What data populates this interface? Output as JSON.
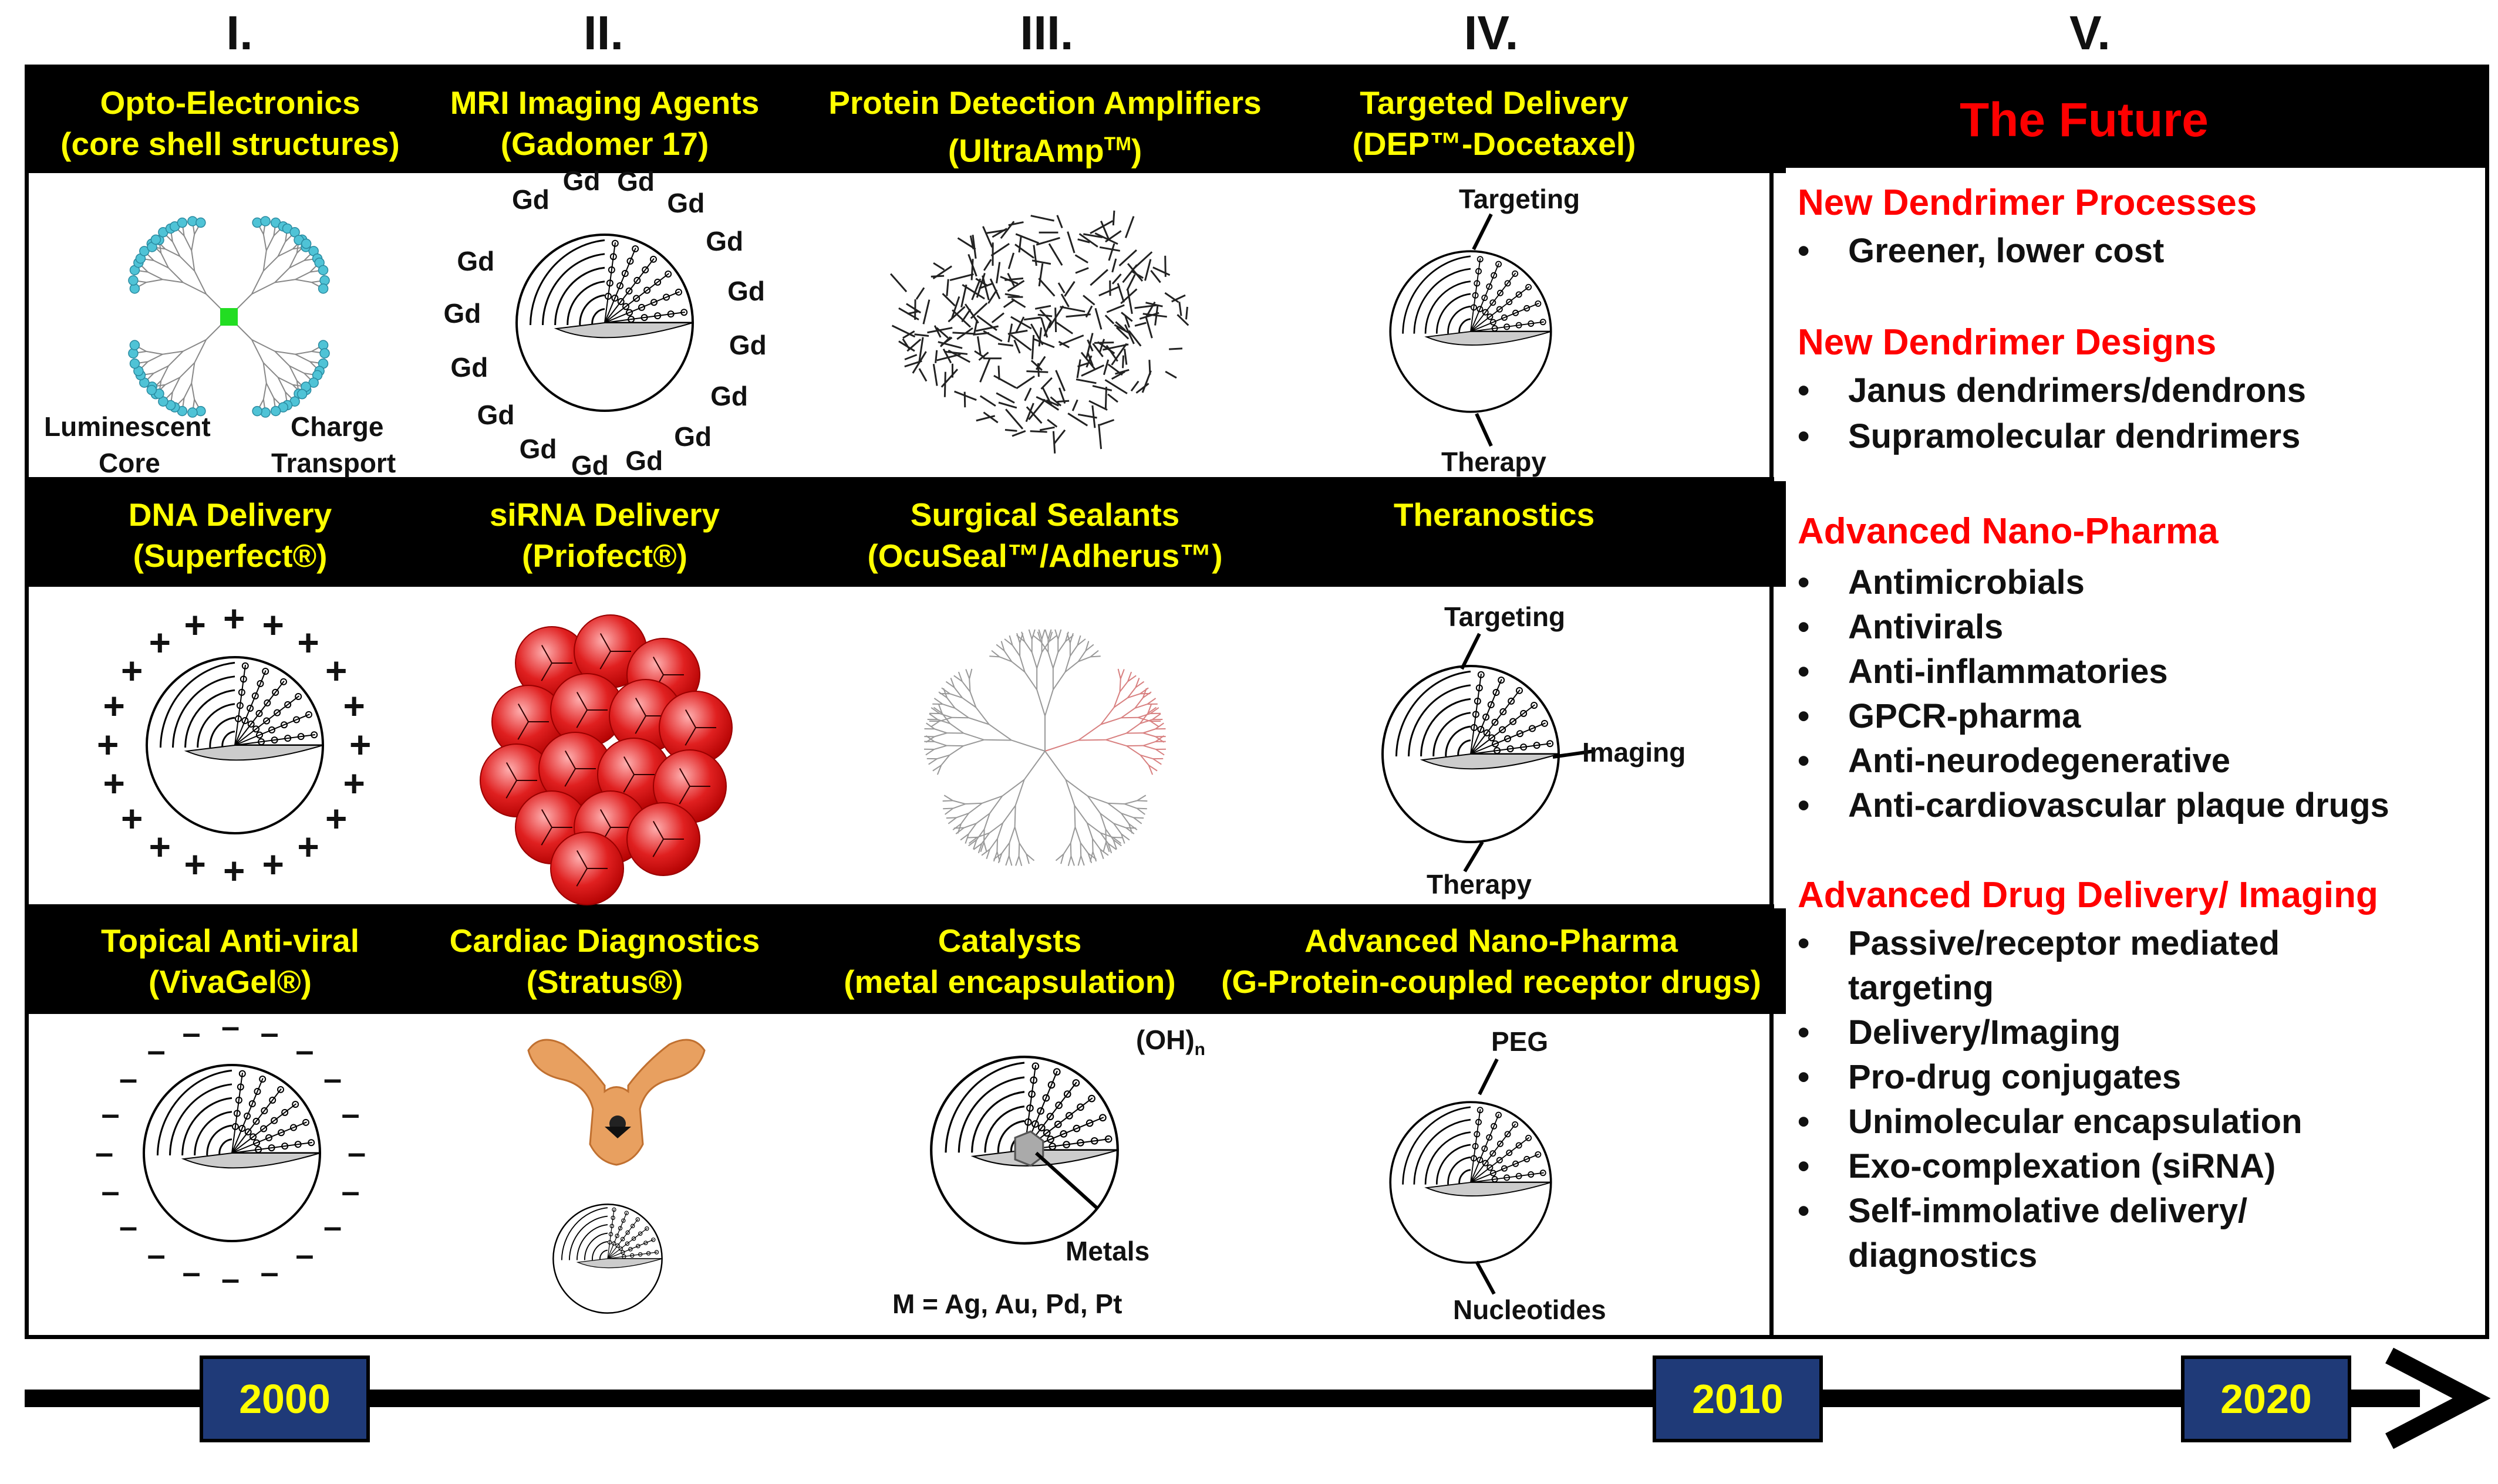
{
  "columns": [
    "I.",
    "II.",
    "III.",
    "IV.",
    "V."
  ],
  "rows": [
    [
      {
        "title": "Opto-Electronics",
        "subtitle": "(core shell structures)"
      },
      {
        "title": "MRI Imaging Agents",
        "subtitle": "(Gadomer 17)"
      },
      {
        "title": "Protein Detection Amplifiers",
        "subtitle": "(UltraAmp",
        "sup": "TM",
        "subtitle_end": ")"
      },
      {
        "title": "Targeted Delivery",
        "subtitle": "(DEP™-Docetaxel)"
      }
    ],
    [
      {
        "title": "DNA Delivery",
        "subtitle": "(Superfect®)"
      },
      {
        "title": "siRNA Delivery",
        "subtitle": "(Priofect®)"
      },
      {
        "title": "Surgical Sealants",
        "subtitle": "(OcuSeal™/Adherus™)"
      },
      {
        "title": "Theranostics",
        "subtitle": ""
      }
    ],
    [
      {
        "title": "Topical Anti-viral",
        "subtitle": "(VivaGel®)"
      },
      {
        "title": "Cardiac Diagnostics",
        "subtitle": "(Stratus®)"
      },
      {
        "title": "Catalysts",
        "subtitle": "(metal encapsulation)"
      },
      {
        "title": "Advanced Nano-Pharma",
        "subtitle": "(G-Protein-coupled receptor drugs)"
      }
    ]
  ],
  "labels": {
    "luminescent": "Luminescent",
    "core": "Core",
    "charge": "Charge",
    "transport": "Transport",
    "gd": "Gd",
    "targeting": "Targeting",
    "therapy": "Therapy",
    "imaging": "Imaging",
    "oh": "(OH)",
    "oh_sub": "n",
    "metals": "Metals",
    "m_eq": "M = Ag, Au, Pd, Pt",
    "peg": "PEG",
    "nucleotides": "Nucleotides",
    "plus": "+",
    "minus": "–"
  },
  "future": {
    "title": "The Future",
    "sections": [
      {
        "heading": "New Dendrimer Processes",
        "items": [
          "Greener, lower cost"
        ]
      },
      {
        "heading": "New Dendrimer Designs",
        "items": [
          "Janus dendrimers/dendrons",
          "Supramolecular dendrimers"
        ]
      },
      {
        "heading": "Advanced Nano-Pharma",
        "items": [
          "Antimicrobials",
          "Antivirals",
          "Anti-inflammatories",
          "GPCR-pharma",
          "Anti-neurodegenerative",
          "Anti-cardiovascular plaque drugs"
        ]
      },
      {
        "heading": "Advanced Drug Delivery/ Imaging",
        "items": [
          "Passive/receptor mediated",
          "targeting",
          "Delivery/Imaging",
          "Pro-drug conjugates",
          "Unimolecular encapsulation",
          "Exo-complexation (siRNA)",
          "Self-immolative delivery/",
          "diagnostics"
        ]
      }
    ],
    "bullet": "•"
  },
  "timeline": {
    "years": [
      "2000",
      "2010",
      "2020"
    ]
  },
  "colors": {
    "header_bg": "#000000",
    "header_text": "#ffff00",
    "future_heading": "#ff0000",
    "year_box": "#1f3a78",
    "year_text": "#ffff00",
    "dendrimer_cyan": "#4fc3d6",
    "core_green": "#22dd22",
    "sphere_red": "#e02020",
    "antibody_tan": "#e8a060"
  }
}
